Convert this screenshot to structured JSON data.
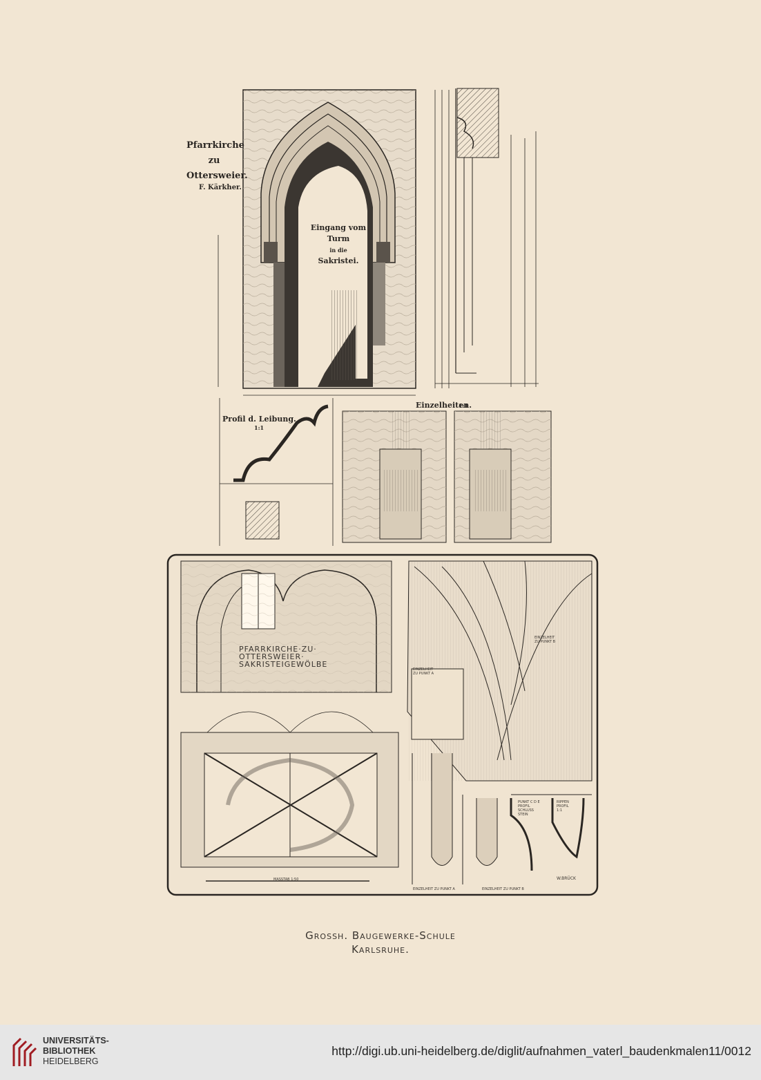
{
  "plate": {
    "church_title": [
      "Pfarrkirche",
      "zu",
      "Ottersweier."
    ],
    "author": "F. Kärkher.",
    "door_caption": [
      "Eingang vom Turm",
      "in die",
      "Sakristei."
    ],
    "profile_caption": "Profil d. Leibung.",
    "profile_scale": "1:1",
    "details_caption": "Einzelheiten.",
    "details_scale": "1:1",
    "vault_title": [
      "PFARRKIRCHE·ZU·",
      "OTTERSWEIER·",
      "SAKRISTEIGEWÖLBE"
    ],
    "detail_note_a": [
      "EINZELHEIT",
      "ZU PUNKT A"
    ],
    "detail_note_b": [
      "EINZELHEIT",
      "ZU PUNKT B"
    ],
    "scale_label": "MASSTAB 1:50",
    "detail_label_1": "EINZELHEIT ZU PUNKT A",
    "detail_label_2": "EINZELHEIT ZU PUNKT B",
    "profile_note_1": [
      "PUNKT C D E",
      "PROFIL",
      "SCHLUSS",
      "STEIN"
    ],
    "profile_note_2": [
      "RIPPEN",
      "PROFIL",
      "1:1"
    ],
    "signature": "W.BRÜCK",
    "school": "Grossh. Baugewerke-Schule",
    "city": "Karlsruhe."
  },
  "footer": {
    "library": [
      "UNIVERSITÄTS-",
      "BIBLIOTHEK",
      "HEIDELBERG"
    ],
    "url": "http://digi.ub.uni-heidelberg.de/diglit/aufnahmen_vaterl_baudenkmalen11/0012",
    "logo_color": "#a01c22"
  }
}
